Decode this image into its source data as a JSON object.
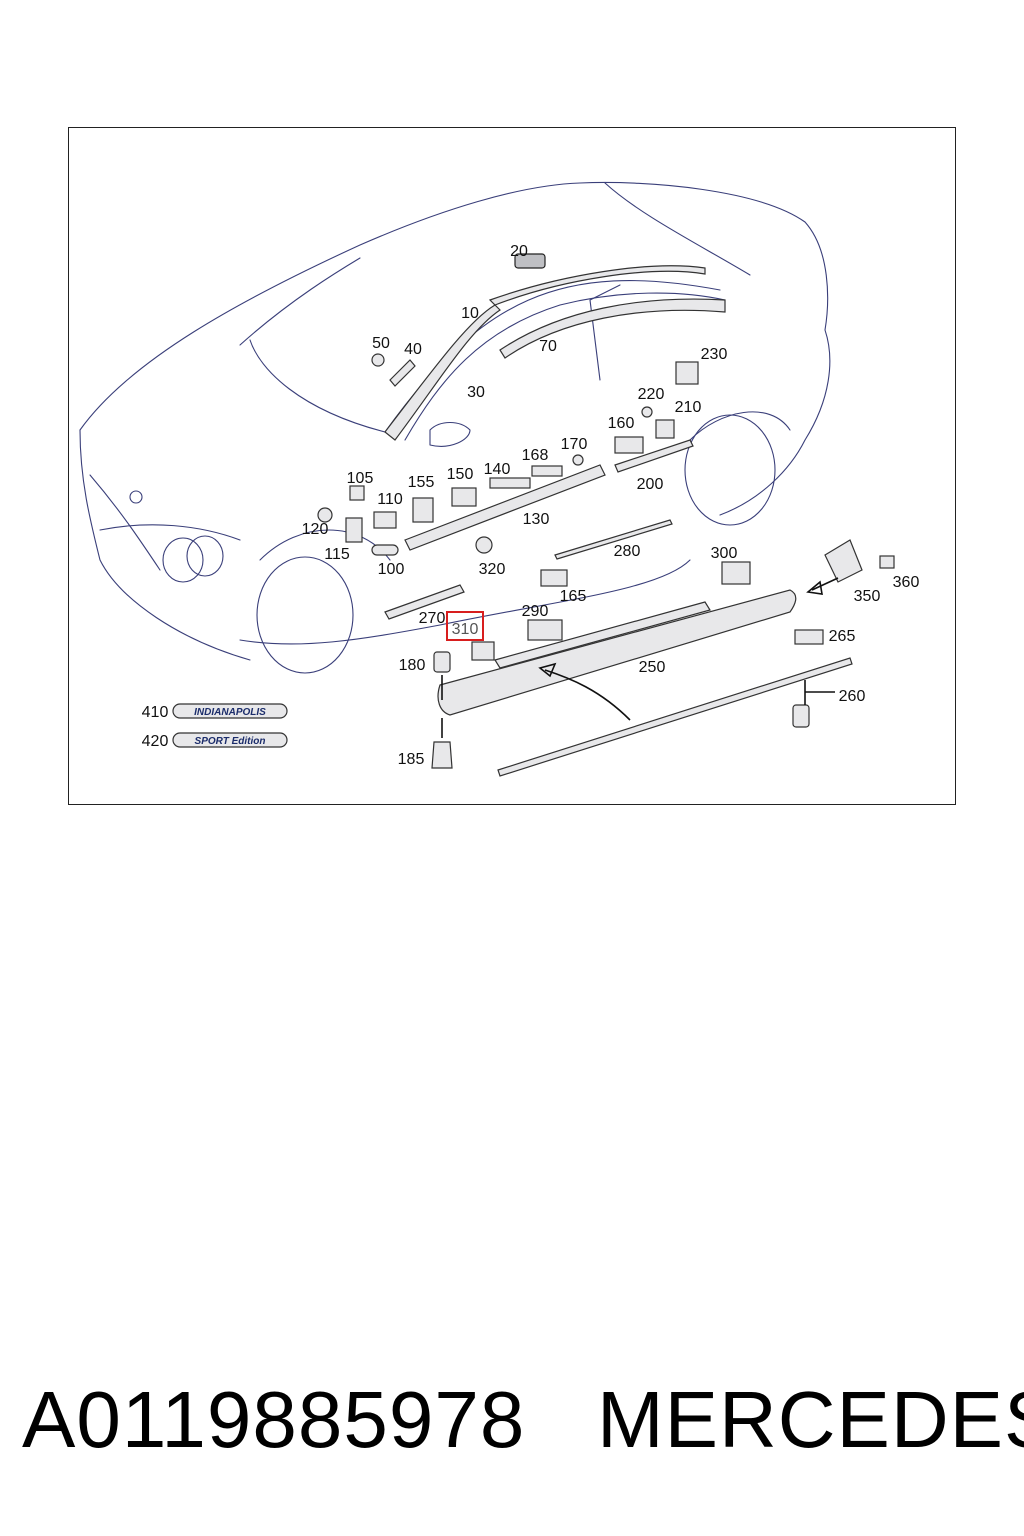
{
  "diagram": {
    "callouts": [
      "10",
      "20",
      "30",
      "40",
      "50",
      "70",
      "100",
      "105",
      "110",
      "115",
      "120",
      "130",
      "140",
      "150",
      "155",
      "160",
      "165",
      "168",
      "170",
      "180",
      "185",
      "200",
      "210",
      "220",
      "230",
      "250",
      "260",
      "265",
      "270",
      "280",
      "290",
      "300",
      "310",
      "320",
      "350",
      "360",
      "410",
      "420"
    ],
    "highlighted": "310",
    "badges": {
      "b410": "INDIANAPOLIS",
      "b420": "SPORT Edition"
    },
    "highlight_color": "#d81e1e"
  },
  "footer": {
    "part_number": "A0119885978",
    "brand": "MERCEDES"
  }
}
